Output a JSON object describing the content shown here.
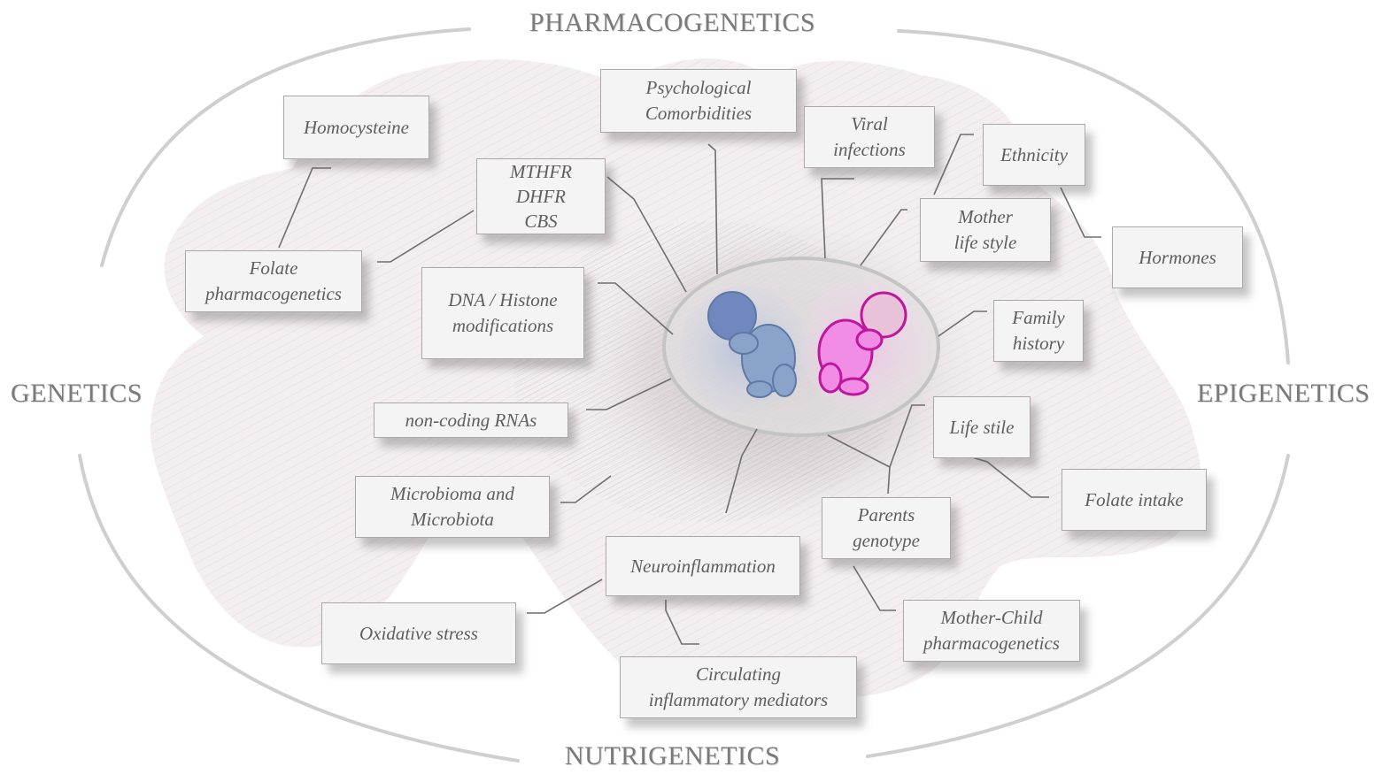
{
  "side_labels": {
    "top": "PHARMACOGENETICS",
    "bottom": "NUTRIGENETICS",
    "left": "GENETICS",
    "right": "EPIGENETICS"
  },
  "boxes": {
    "homocysteine": [
      "Homocysteine"
    ],
    "psychological": [
      "Psychological",
      "Comorbidities"
    ],
    "viral": [
      "Viral",
      "infections"
    ],
    "ethnicity": [
      "Ethnicity"
    ],
    "mthfr": [
      "MTHFR",
      "DHFR",
      "CBS"
    ],
    "mother_life": [
      "Mother",
      "life style"
    ],
    "hormones": [
      "Hormones"
    ],
    "folate_pharma": [
      "Folate",
      "pharmacogenetics"
    ],
    "dna_histone": [
      "DNA / Histone",
      "modifications"
    ],
    "family_history": [
      "Family",
      "history"
    ],
    "noncoding": [
      "non-coding RNAs"
    ],
    "life_stile": [
      "Life stile"
    ],
    "folate_intake": [
      "Folate intake"
    ],
    "microbioma": [
      "Microbioma and",
      "Microbiota"
    ],
    "parents_genotype": [
      "Parents",
      "genotype"
    ],
    "neuroinflammation": [
      "Neuroinflammation"
    ],
    "mother_child": [
      "Mother-Child",
      "pharmacogenetics"
    ],
    "oxidative": [
      "Oxidative stress"
    ],
    "circulating": [
      "Circulating",
      "inflammatory mediators"
    ]
  },
  "colors": {
    "blob": "#efe9ea",
    "ellipse_ring": "#c8c8c8",
    "baby_blue": "#7f9fca",
    "baby_pink": "#f08ee6",
    "connector": "#6e6e6e"
  }
}
